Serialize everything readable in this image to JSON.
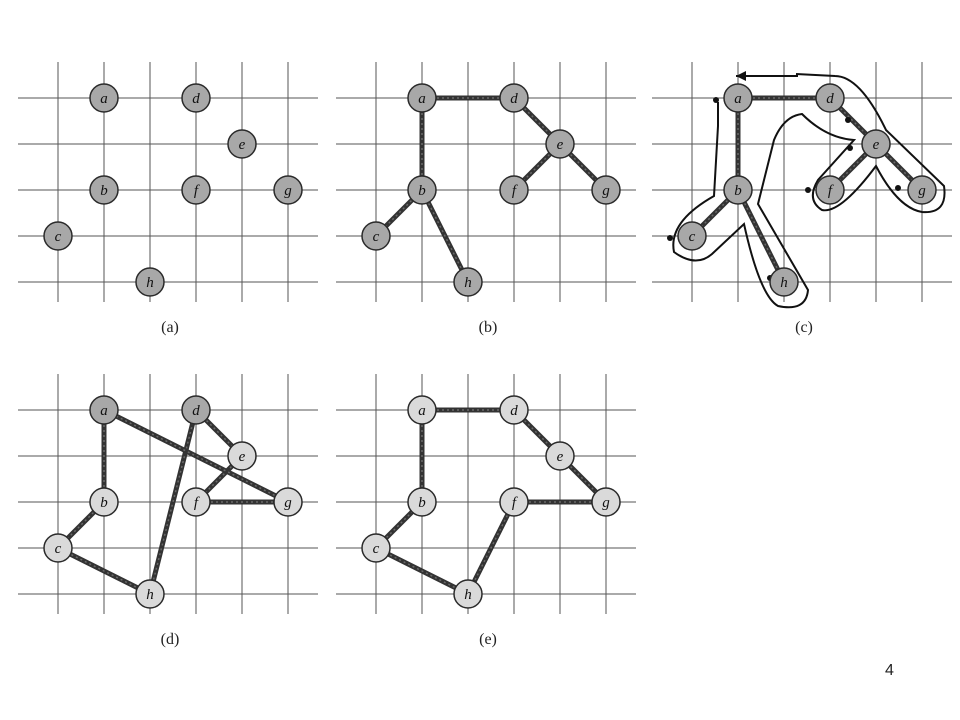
{
  "page_number": "4",
  "colors": {
    "grid": "#555555",
    "edge": "#333333",
    "edge_light": "#6a6a6a",
    "vertex_dark": "#a8a8a8",
    "vertex_light": "#dadada",
    "vertex_stroke": "#2a2a2a",
    "walk": "#111111"
  },
  "vertices": [
    {
      "id": "a",
      "label": "a",
      "col": 2,
      "row": 1
    },
    {
      "id": "b",
      "label": "b",
      "col": 2,
      "row": 3
    },
    {
      "id": "c",
      "label": "c",
      "col": 1,
      "row": 4
    },
    {
      "id": "d",
      "label": "d",
      "col": 4,
      "row": 1
    },
    {
      "id": "e",
      "label": "e",
      "col": 5,
      "row": 2
    },
    {
      "id": "f",
      "label": "f",
      "col": 4,
      "row": 3
    },
    {
      "id": "g",
      "label": "g",
      "col": 6,
      "row": 3
    },
    {
      "id": "h",
      "label": "h",
      "col": 3,
      "row": 5
    }
  ],
  "panels": [
    {
      "id": "a",
      "caption": "(a)",
      "vertex_style": "dark",
      "edges": [],
      "walk": false
    },
    {
      "id": "b",
      "caption": "(b)",
      "vertex_style": "dark",
      "edges": [
        [
          "a",
          "d"
        ],
        [
          "a",
          "b"
        ],
        [
          "b",
          "c"
        ],
        [
          "b",
          "h"
        ],
        [
          "d",
          "e"
        ],
        [
          "e",
          "f"
        ],
        [
          "e",
          "g"
        ]
      ],
      "walk": false
    },
    {
      "id": "c",
      "caption": "(c)",
      "vertex_style": "dark",
      "edges": [
        [
          "a",
          "d"
        ],
        [
          "a",
          "b"
        ],
        [
          "b",
          "c"
        ],
        [
          "b",
          "h"
        ],
        [
          "d",
          "e"
        ],
        [
          "e",
          "f"
        ],
        [
          "e",
          "g"
        ]
      ],
      "walk": true
    },
    {
      "id": "d",
      "caption": "(d)",
      "vertex_style": "mixed",
      "edges": [
        [
          "a",
          "b"
        ],
        [
          "b",
          "c"
        ],
        [
          "c",
          "h"
        ],
        [
          "h",
          "d"
        ],
        [
          "d",
          "e"
        ],
        [
          "e",
          "f"
        ],
        [
          "f",
          "g"
        ],
        [
          "g",
          "a"
        ]
      ],
      "walk": false
    },
    {
      "id": "e",
      "caption": "(e)",
      "vertex_style": "light",
      "edges": [
        [
          "a",
          "d"
        ],
        [
          "d",
          "e"
        ],
        [
          "e",
          "g"
        ],
        [
          "g",
          "f"
        ],
        [
          "f",
          "h"
        ],
        [
          "h",
          "c"
        ],
        [
          "c",
          "b"
        ],
        [
          "b",
          "a"
        ]
      ],
      "walk": false
    }
  ]
}
